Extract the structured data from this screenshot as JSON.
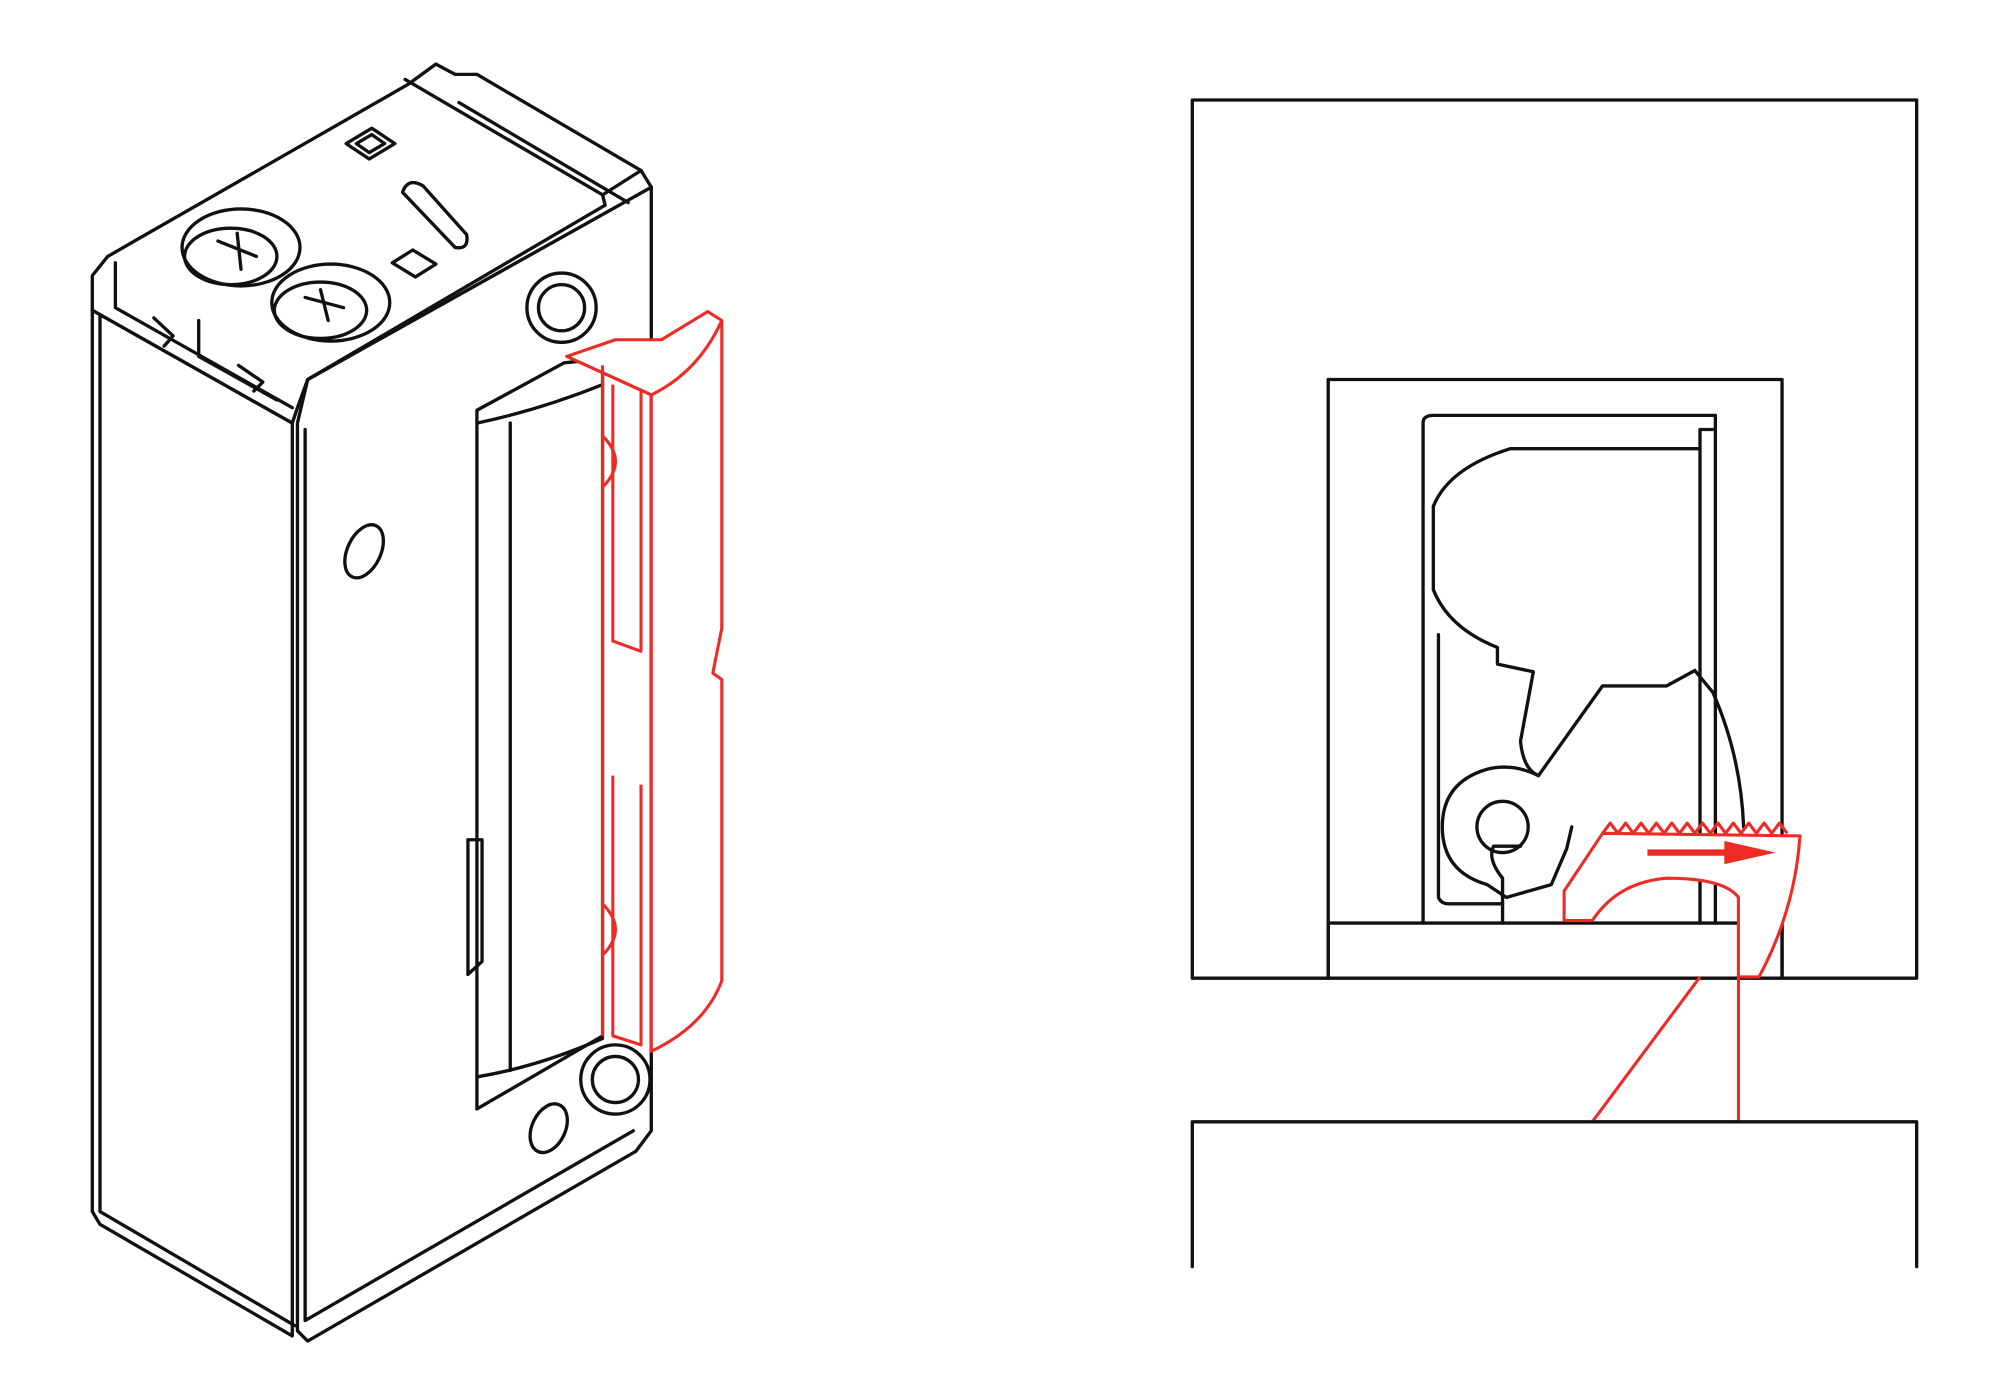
{
  "colors": {
    "outline": "#111111",
    "highlight": "#ee2a24",
    "wall": "#dcd9cf",
    "background": "#ffffff"
  },
  "icons": [
    "electric-strike-isometric",
    "strike-cross-section",
    "motion-arrow"
  ]
}
